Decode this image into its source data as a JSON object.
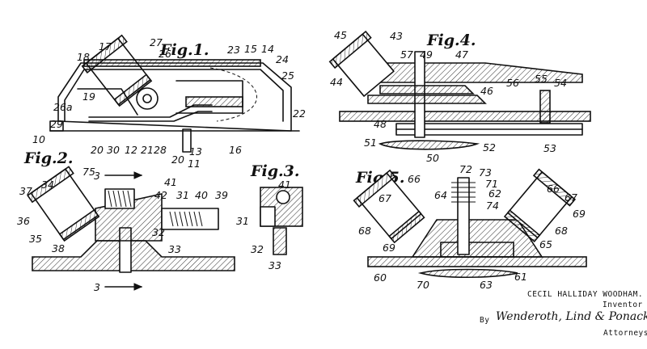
{
  "figures": {
    "fig1": {
      "label": "Fig.1."
    },
    "fig2": {
      "label": "Fig.2."
    },
    "fig3": {
      "label": "Fig.3."
    },
    "fig4": {
      "label": "Fig.4."
    },
    "fig5": {
      "label": "Fig.5."
    }
  },
  "section_marks": {
    "top": "3",
    "bottom": "3"
  },
  "refs_fig1": [
    "17",
    "27",
    "26",
    "23",
    "15",
    "14",
    "24",
    "25",
    "18",
    "19",
    "22",
    "26a",
    "29",
    "10",
    "20",
    "30",
    "12",
    "21",
    "28",
    "20",
    "13",
    "11",
    "16"
  ],
  "refs_fig2": [
    "37",
    "34",
    "75",
    "41",
    "42",
    "31",
    "40",
    "39",
    "36",
    "35",
    "32",
    "38",
    "33"
  ],
  "refs_fig3": [
    "41",
    "31",
    "32",
    "33"
  ],
  "refs_fig4": [
    "45",
    "43",
    "57",
    "49",
    "47",
    "44",
    "46",
    "56",
    "55",
    "54",
    "48",
    "51",
    "50",
    "52",
    "53"
  ],
  "refs_fig5": [
    "72",
    "73",
    "66",
    "71",
    "62",
    "64",
    "66",
    "67",
    "67",
    "69",
    "74",
    "68",
    "68",
    "65",
    "69",
    "61",
    "60",
    "70",
    "63"
  ],
  "caption": {
    "inventor_name": "CECIL HALLIDAY WOODHAM.",
    "inventor_label": "Inventor",
    "by": "By",
    "attorneys_signature": "Wenderoth, Lind & Ponack",
    "attorneys_label": "Attorneys"
  }
}
